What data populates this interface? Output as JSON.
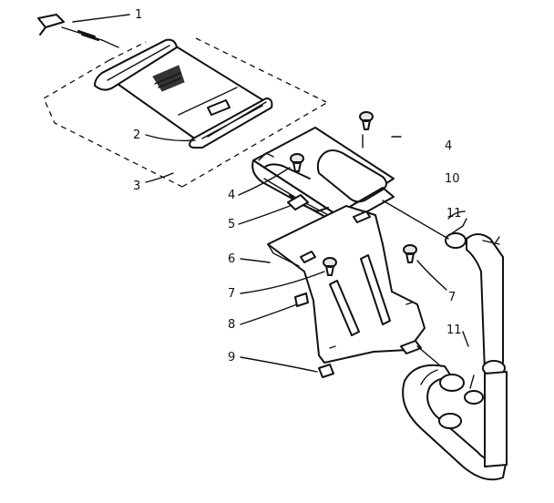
{
  "callouts": [
    {
      "id": "c1",
      "text": "1"
    },
    {
      "id": "c2",
      "text": "2"
    },
    {
      "id": "c3",
      "text": "3"
    },
    {
      "id": "c4a",
      "text": "4"
    },
    {
      "id": "c4b",
      "text": "4"
    },
    {
      "id": "c5",
      "text": "5"
    },
    {
      "id": "c6",
      "text": "6"
    },
    {
      "id": "c7a",
      "text": "7"
    },
    {
      "id": "c7b",
      "text": "7"
    },
    {
      "id": "c8",
      "text": "8"
    },
    {
      "id": "c9",
      "text": "9"
    },
    {
      "id": "c10",
      "text": "10"
    },
    {
      "id": "c11a",
      "text": "11"
    },
    {
      "id": "c11b",
      "text": "11"
    }
  ]
}
